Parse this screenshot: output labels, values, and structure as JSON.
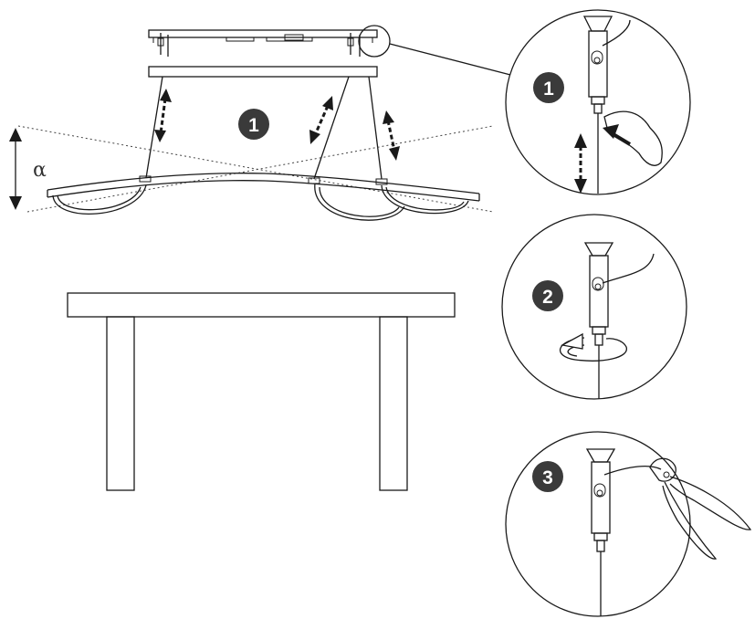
{
  "steps": {
    "main_step": "1",
    "detail_1": "1",
    "detail_2": "2",
    "detail_3": "3"
  },
  "angle_label": "α",
  "colors": {
    "line": "#1a1a1a",
    "badge": "#3a3a3a",
    "background": "#ffffff"
  },
  "icons": [
    "arrow-double-icon",
    "rotate-arrow-icon",
    "hand-icon",
    "wire-cutter-icon",
    "pendant-lamp-icon",
    "table-icon"
  ]
}
